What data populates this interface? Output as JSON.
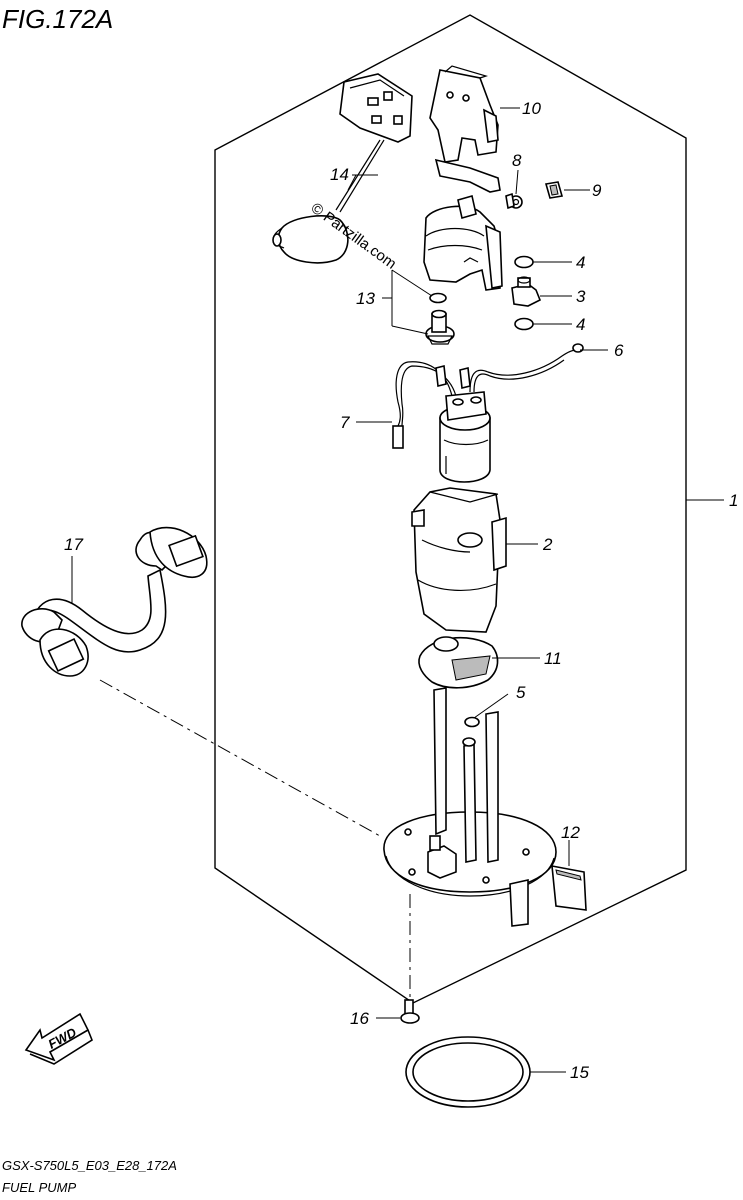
{
  "figure": {
    "title": "FIG.172A"
  },
  "footer": {
    "model_code": "GSX-S750L5_E03_E28_172A",
    "section": "FUEL PUMP"
  },
  "watermark": {
    "text": "© Partzilla.com"
  },
  "fwd_marker": {
    "text": "FWD"
  },
  "callouts": [
    {
      "id": "1",
      "label": "1"
    },
    {
      "id": "2",
      "label": "2"
    },
    {
      "id": "3",
      "label": "3"
    },
    {
      "id": "4a",
      "label": "4"
    },
    {
      "id": "4b",
      "label": "4"
    },
    {
      "id": "5",
      "label": "5"
    },
    {
      "id": "6",
      "label": "6"
    },
    {
      "id": "7",
      "label": "7"
    },
    {
      "id": "8",
      "label": "8"
    },
    {
      "id": "9",
      "label": "9"
    },
    {
      "id": "10",
      "label": "10"
    },
    {
      "id": "11",
      "label": "11"
    },
    {
      "id": "12",
      "label": "12"
    },
    {
      "id": "13",
      "label": "13"
    },
    {
      "id": "14",
      "label": "14"
    },
    {
      "id": "15",
      "label": "15"
    },
    {
      "id": "16",
      "label": "16"
    },
    {
      "id": "17",
      "label": "17"
    }
  ]
}
